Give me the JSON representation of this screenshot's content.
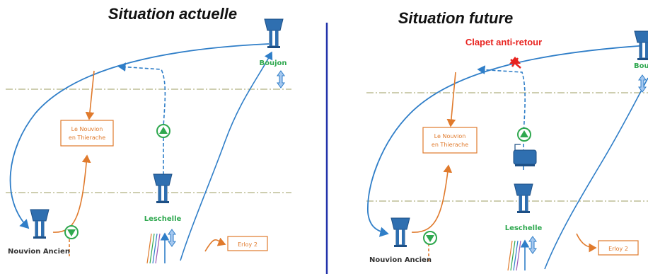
{
  "left": {
    "title": "Situation actuelle",
    "labels": {
      "boujon": "Boujon",
      "leschelle": "Leschelle",
      "nouvion_ancien": "Nouvion Ancien",
      "erloy": "Erloy 2",
      "box_line1": "Le Nouvion",
      "box_line2": "en Thierache"
    }
  },
  "right": {
    "title": "Situation future",
    "clapet": "Clapet anti-retour",
    "labels": {
      "boujon": "Boujon",
      "leschelle": "Leschelle",
      "nouvion_ancien": "Nouvion Ancien",
      "erloy": "Erloy 2",
      "box_line1": "Le Nouvion",
      "box_line2": "en Thierache"
    }
  },
  "colors": {
    "pipe_blue": "#2f7ec8",
    "orange": "#e07a2c",
    "green": "#2fa84f",
    "red": "#e8231f",
    "divider": "#2233aa",
    "guide": "#b0b080"
  }
}
